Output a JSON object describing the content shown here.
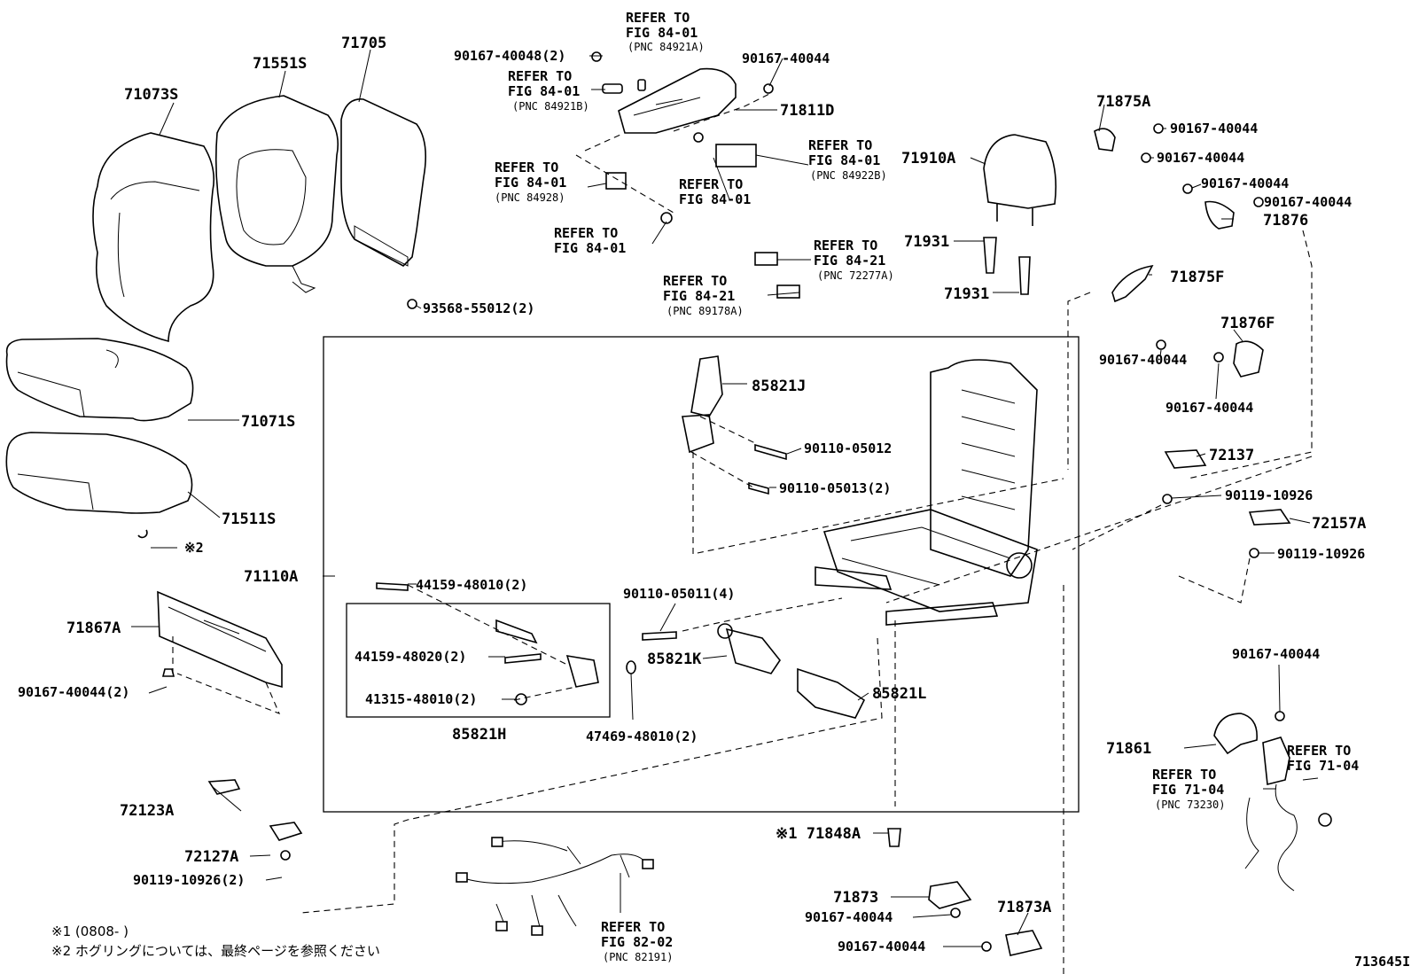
{
  "labels": {
    "p71073S": "71073S",
    "p71551S": "71551S",
    "p71705": "71705",
    "p71071S": "71071S",
    "p71511S": "71511S",
    "hogring": "※2",
    "p71110A": "71110A",
    "p71867A": "71867A",
    "b90167_40044_2_left": "90167-40044(2)",
    "p72123A": "72123A",
    "p72127A": "72127A",
    "b90119_10926_2": "90119-10926(2)",
    "b93568": "93568-55012(2)",
    "b90167_40048": "90167-40048(2)",
    "ref_a_1": "REFER TO",
    "ref_a_2": "FIG 84-01",
    "ref_a_3": "(PNC 84921A)",
    "b90167_40044_top": "90167-40044",
    "ref_b_1": "REFER TO",
    "ref_b_2": "FIG 84-01",
    "ref_b_3": "(PNC 84921B)",
    "p71811D": "71811D",
    "ref_c_1": "REFER TO",
    "ref_c_2": "FIG 84-01",
    "ref_c_3": "(PNC 84922B)",
    "ref_d_1": "REFER TO",
    "ref_d_2": "FIG 84-01",
    "ref_d_3": "(PNC 84928)",
    "ref_e_1": "REFER TO",
    "ref_e_2": "FIG 84-01",
    "ref_f_1": "REFER TO",
    "ref_f_2": "FIG 84-01",
    "ref_g_1": "REFER TO",
    "ref_g_2": "FIG 84-21",
    "ref_g_3": "(PNC 72277A)",
    "ref_h_1": "REFER TO",
    "ref_h_2": "FIG 84-21",
    "ref_h_3": "(PNC 89178A)",
    "p71910A": "71910A",
    "p71931_a": "71931",
    "p71931_b": "71931",
    "p71875A": "71875A",
    "r_b1": "90167-40044",
    "r_b2": "90167-40044",
    "r_b3": "90167-40044",
    "r_b4": "90167-40044",
    "p71876": "71876",
    "p71875F": "71875F",
    "p71876F": "71876F",
    "r_b5": "90167-40044",
    "r_b6": "90167-40044",
    "p72137": "72137",
    "r_b7": "90119-10926",
    "p72157A": "72157A",
    "r_b8": "90119-10926",
    "p85821J": "85821J",
    "b90110_05012": "90110-05012",
    "b90110_05013": "90110-05013(2)",
    "b44159_48010": "44159-48010(2)",
    "b44159_48020": "44159-48020(2)",
    "b41315_48010": "41315-48010(2)",
    "p85821H": "85821H",
    "b90110_05011": "90110-05011(4)",
    "p85821K": "85821K",
    "p85821L": "85821L",
    "b47469_48010": "47469-48010(2)",
    "r_b9": "90167-40044",
    "p71861": "71861",
    "ref_i_1": "REFER TO",
    "ref_i_2": "FIG 71-04",
    "ref_j_1": "REFER TO",
    "ref_j_2": "FIG 71-04",
    "ref_j_3": "(PNC 73230)",
    "p71848A": "※1 71848A",
    "p71873": "71873",
    "b90167_40044_71873": "90167-40044",
    "p71873A": "71873A",
    "b90167_40044_71873A": "90167-40044",
    "ref_k_1": "REFER TO",
    "ref_k_2": "FIG 82-02",
    "ref_k_3": "(PNC 82191)"
  },
  "notes": {
    "note1": "※1 (0808-    )",
    "note2": "※2 ホグリングについては、最終ページを参照ください"
  },
  "figure_id": "713645I"
}
